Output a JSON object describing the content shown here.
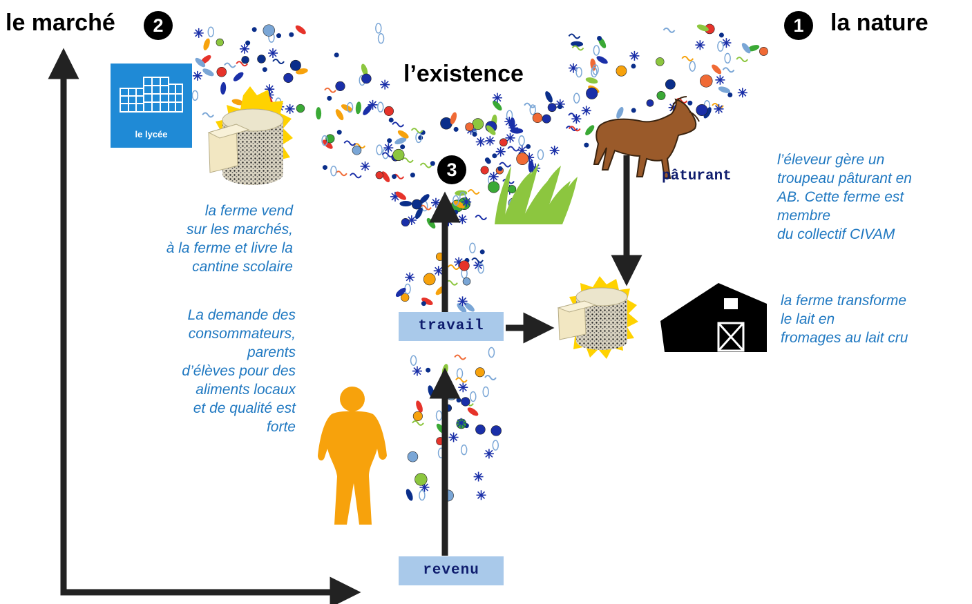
{
  "headings": {
    "market": "le marché",
    "market_badge": "2",
    "nature": "la nature",
    "nature_badge": "1",
    "existence": "l’existence",
    "existence_badge": "3"
  },
  "school": {
    "label": "le lycée"
  },
  "labels": {
    "grazing": "pâturant",
    "work": "travail",
    "income": "revenu"
  },
  "notes": {
    "farm_sells": [
      "la ferme vend",
      "sur les marchés,",
      "à la ferme et livre la",
      "cantine scolaire"
    ],
    "demand": [
      "La demande des",
      "consommateurs,",
      "parents",
      "d’élèves pour des",
      "aliments locaux",
      "et de qualité est",
      "forte"
    ],
    "breeder": [
      "l’éleveur gère un",
      "troupeau pâturant en",
      "AB. Cette ferme est",
      "membre",
      "du collectif CIVAM"
    ],
    "transform": [
      "la ferme transforme",
      "le lait en",
      "fromages au lait cru"
    ]
  },
  "colors": {
    "text_blue": "#1f78c1",
    "box_fill": "#a9c9ea",
    "box_text": "#0f1d6e",
    "arrow": "#222222",
    "school": "#1f8ad6",
    "person": "#f7a20c",
    "goat": "#9a5a2a",
    "grass": "#8cc63f",
    "cheese_rind": "#f2e7c2",
    "sun": "#ffd200"
  },
  "icons": [
    "school-building-icon",
    "cheese-icon",
    "goat-icon",
    "grass-icon",
    "barn-icon",
    "person-icon",
    "microbe-icon"
  ]
}
